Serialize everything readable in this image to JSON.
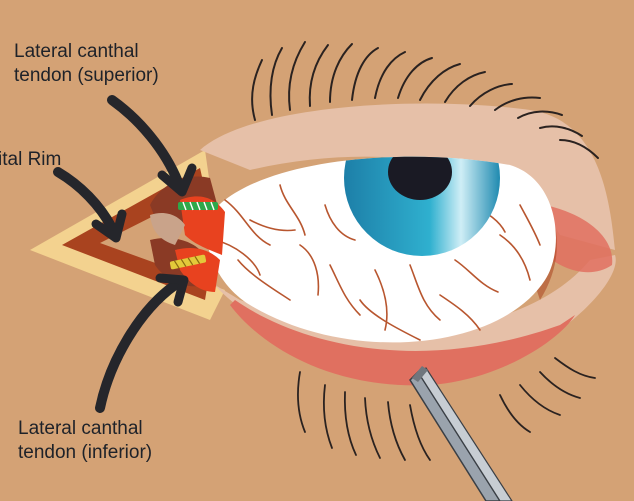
{
  "labels": {
    "superior_tendon": "Lateral canthal\ntendon (superior)",
    "orbital_rim": "ital Rim",
    "inferior_tendon": "Lateral canthal\ntendon (inferior)"
  },
  "colors": {
    "skin": "#d4a275",
    "lid_fold": "#e6c0a8",
    "sclera": "#ffffff",
    "vessel": "#b8562f",
    "iris": "#2da0c0",
    "pupil": "#1a1a24",
    "rim_outer": "#f3d28f",
    "rim_bone": "#a9431f",
    "tendon_red": "#e8421f",
    "lower_lid": "#e07060",
    "suture_superior": "#2fa84a",
    "suture_inferior": "#e3c93a",
    "arrow": "#25262b",
    "forceps": "#9aa3ad"
  }
}
